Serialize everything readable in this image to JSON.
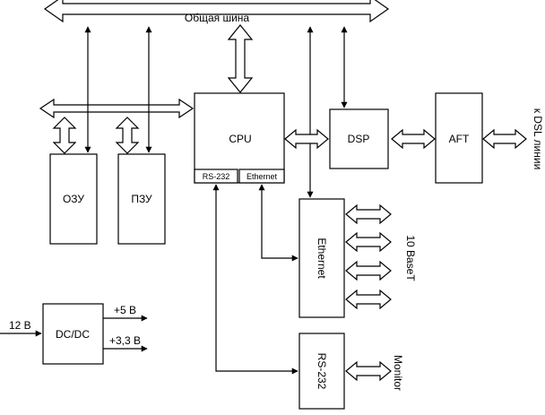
{
  "bus": {
    "label": "Общая шина"
  },
  "blocks": {
    "cpu": "CPU",
    "rs232_port": "RS-232",
    "ethernet_port": "Ethernet",
    "dsp": "DSP",
    "aft": "AFT",
    "ozu": "ОЗУ",
    "pzu": "ПЗУ",
    "ethernet": "Ethernet",
    "rs232": "RS-232",
    "dcdc": "DC/DC"
  },
  "labels": {
    "dsl": "к DSL линии",
    "baset": "10 BaseT",
    "monitor": "Monitor",
    "v12": "12 В",
    "v5": "+5 В",
    "v33": "+3,3 В"
  },
  "colors": {
    "stroke": "#000000",
    "fill": "#ffffff"
  }
}
